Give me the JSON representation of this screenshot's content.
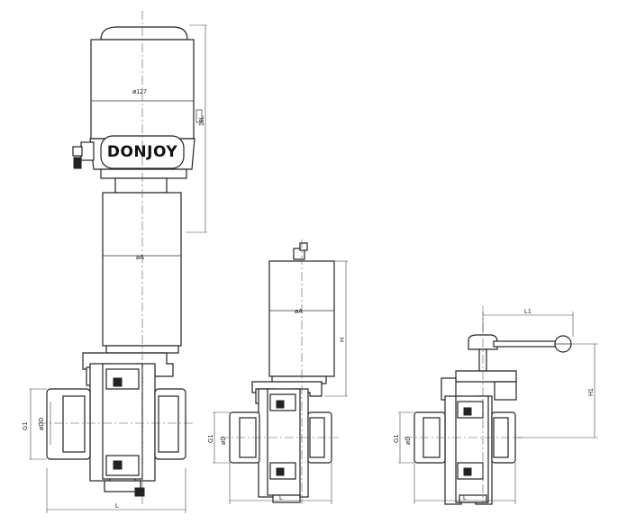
{
  "brand": "DONJOY",
  "valve_large": {
    "dim_top": "ø127",
    "dim_height": "18L",
    "dim_body": "øA",
    "dim_g1": "G1",
    "dim_od": "øDD",
    "dim_len": "L"
  },
  "valve_medium": {
    "dim_body": "øA",
    "dim_height": "H",
    "dim_g1": "G1",
    "dim_od": "øD",
    "dim_len": "L"
  },
  "valve_manual": {
    "dim_l1": "L1",
    "dim_h1": "H1",
    "dim_g1": "G1",
    "dim_od": "øD",
    "dim_len": "L"
  }
}
